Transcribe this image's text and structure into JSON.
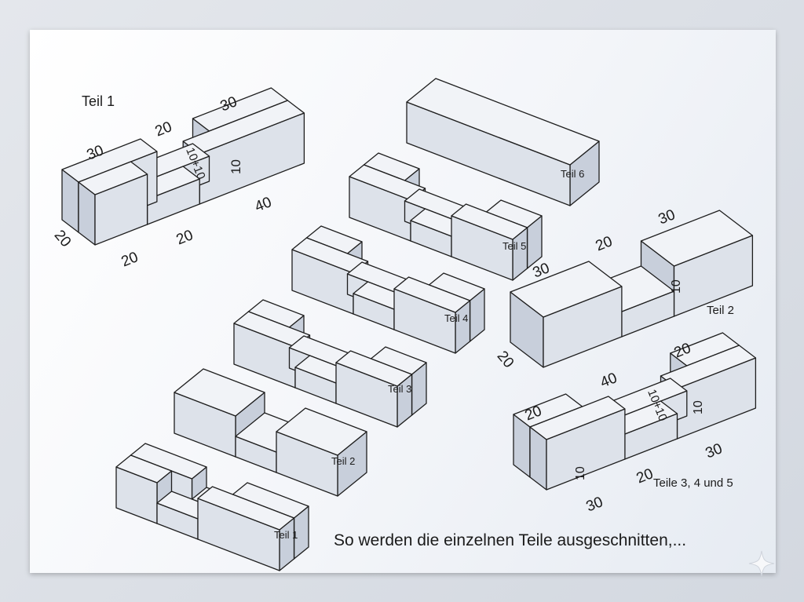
{
  "caption": "So werden die einzelnen Teile ausgeschnitten,...",
  "detail_teil1": {
    "title": "Teil 1",
    "dims": [
      "30",
      "20",
      "30",
      "10+10",
      "10",
      "40",
      "20",
      "20",
      "20"
    ]
  },
  "detail_teil2": {
    "title": "Teil 2",
    "dims": [
      "30",
      "20",
      "30",
      "10",
      "20"
    ]
  },
  "detail_teil345": {
    "title": "Teile 3, 4 und 5",
    "dims": [
      "20",
      "40",
      "20",
      "10+10",
      "10",
      "30",
      "20",
      "30",
      "10"
    ]
  },
  "pieces": [
    {
      "label": "Teil 6"
    },
    {
      "label": "Teil 5"
    },
    {
      "label": "Teil 4"
    },
    {
      "label": "Teil 3"
    },
    {
      "label": "Teil 2"
    },
    {
      "label": "Teil 1"
    }
  ],
  "colors": {
    "top": "#f1f3f7",
    "front": "#dde2ea",
    "end": "#c8cfdb",
    "line": "#1e1e1e"
  }
}
